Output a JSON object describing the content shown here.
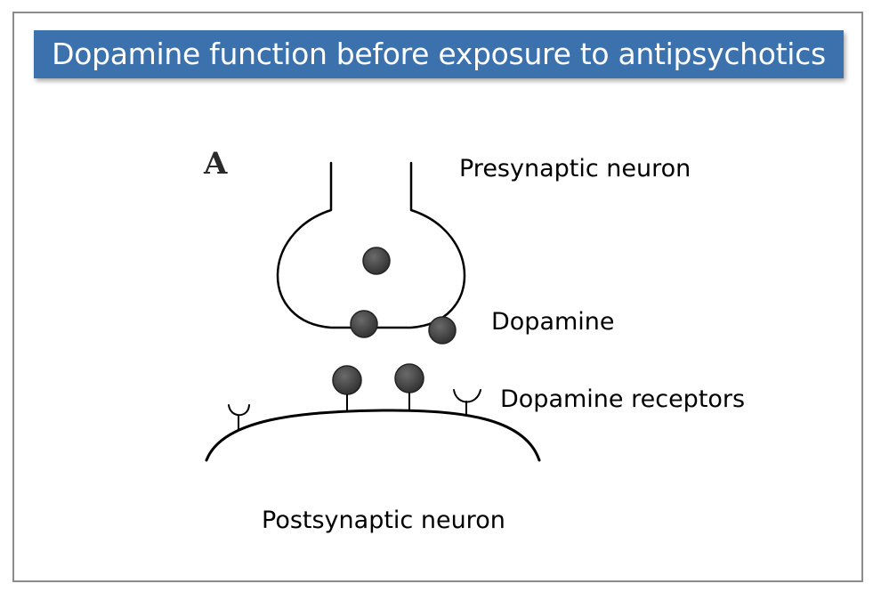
{
  "title": "Dopamine function before exposure to antipsychotics",
  "panel_letter": "A",
  "labels": {
    "presynaptic": "Presynaptic neuron",
    "dopamine": "Dopamine",
    "receptors": "Dopamine receptors",
    "postsynaptic": "Postsynaptic neuron"
  },
  "colors": {
    "title_bar": "#3b72ad",
    "title_text": "#ffffff",
    "dopamine_fill": "#4a4a4a"
  }
}
